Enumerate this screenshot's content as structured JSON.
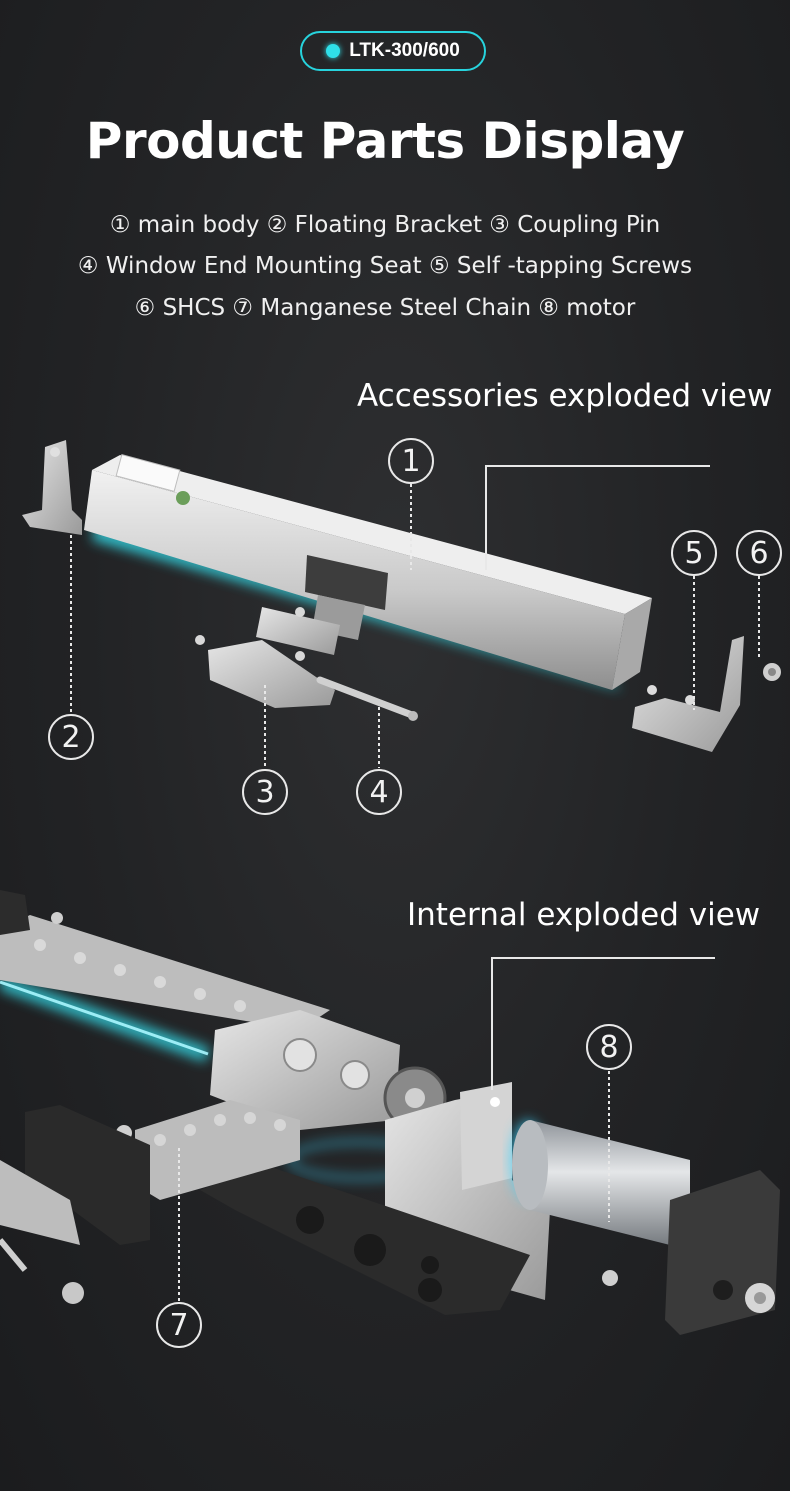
{
  "badge": {
    "label": "LTK-300/600"
  },
  "title": "Product Parts Display",
  "legend": {
    "line1": "① main body ② Floating Bracket ③ Coupling Pin",
    "line2": "④ Window End Mounting Seat ⑤ Self -tapping Screws",
    "line3": "⑥ SHCS ⑦ Manganese Steel Chain ⑧ motor"
  },
  "views": {
    "accessories": "Accessories exploded view",
    "internal": "Internal exploded view"
  },
  "callouts": {
    "c1": "1",
    "c2": "2",
    "c3": "3",
    "c4": "4",
    "c5": "5",
    "c6": "6",
    "c7": "7",
    "c8": "8"
  },
  "colors": {
    "accent": "#27d3dd",
    "background": "#242527"
  }
}
